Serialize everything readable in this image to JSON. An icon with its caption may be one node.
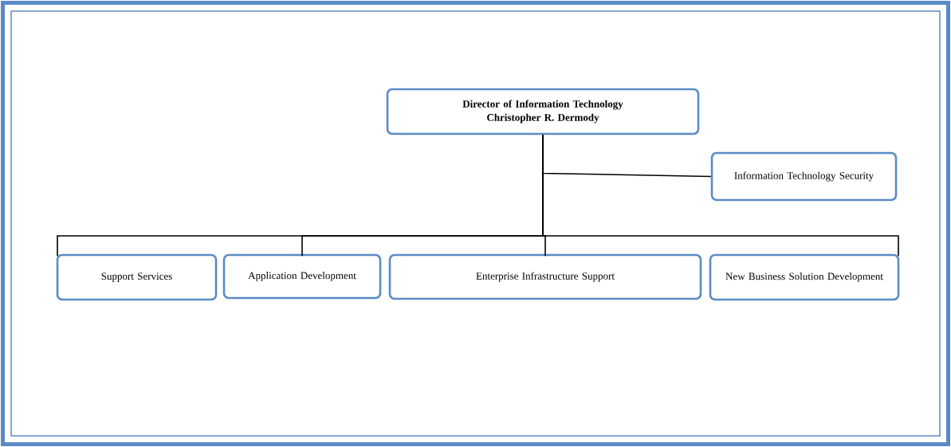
{
  "diagram": {
    "nodes": [
      {
        "text": [
          "Director of Information Technology",
          "Christopher R. Dermody"
        ]
      },
      {
        "text": [
          "Information Technology Security"
        ]
      },
      {
        "text": [
          "Support Services"
        ]
      },
      {
        "text": [
          "Application Development"
        ]
      },
      {
        "text": [
          "Enterprise Infrastructure Support"
        ]
      },
      {
        "text": [
          "New Business Solution Development"
        ]
      }
    ],
    "edges": [
      {
        "from": 0,
        "to": 1,
        "arrow": "none"
      },
      {
        "from": 0,
        "to": 2,
        "arrow": "none"
      },
      {
        "from": 0,
        "to": 3,
        "arrow": "none"
      },
      {
        "from": 0,
        "to": 4,
        "arrow": "none"
      },
      {
        "from": 0,
        "to": 5,
        "arrow": "none"
      }
    ]
  }
}
